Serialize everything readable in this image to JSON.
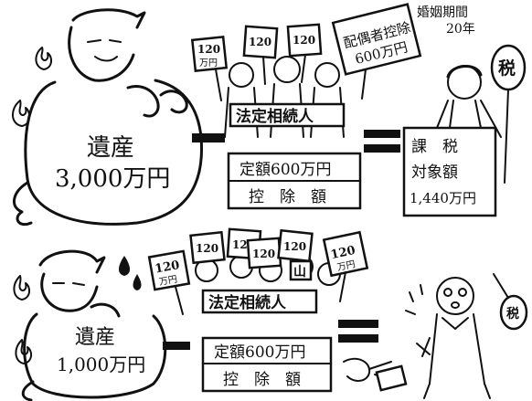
{
  "top": {
    "estate_label": "遺産",
    "estate_amount": "3,000万円",
    "spouse_sign_line1": "配偶者控除",
    "spouse_sign_line2": "600万円",
    "marriage_line1": "婚姻期間",
    "marriage_line2": "20年",
    "heirs_label": "法定相続人",
    "fixed_amount": "定額600万円",
    "deduction_label": "控　除　額",
    "taxable_line1": "課　税",
    "taxable_line2": "対象額",
    "taxable_line3": "1,440万円",
    "tax_sign": "税",
    "heir_sign_number": "120",
    "heir_sign_unit": "万円"
  },
  "bottom": {
    "estate_label": "遺産",
    "estate_amount": "1,000万円",
    "heirs_label": "法定相続人",
    "fixed_amount": "定額600万円",
    "deduction_label": "控　除　額",
    "heir_sign_number": "120",
    "heir_sign_unit": "万円",
    "heir_sign_kanji": "山"
  }
}
